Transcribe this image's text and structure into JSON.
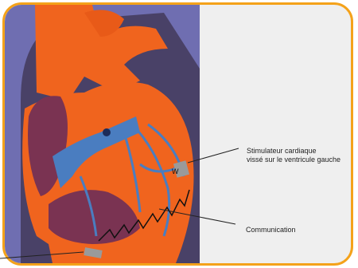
{
  "diagram": {
    "labels": {
      "stimulateur_line1": "Stimulateur cardiaque",
      "stimulateur_line2": "vissé sur le ventricule gauche",
      "communication": "Communication"
    },
    "colors": {
      "frame_border": "#f4a21a",
      "frame_fill": "#efefef",
      "background_blue": "#6f6eb1",
      "heart_orange": "#f0641e",
      "chamber_purple": "#7a3352",
      "vessel_blue": "#4a7dc0",
      "device_gray": "#9a9a9a",
      "leader_line": "#222222"
    },
    "icons": [
      "pacemaker-device-icon",
      "pacemaker-device-icon"
    ]
  }
}
